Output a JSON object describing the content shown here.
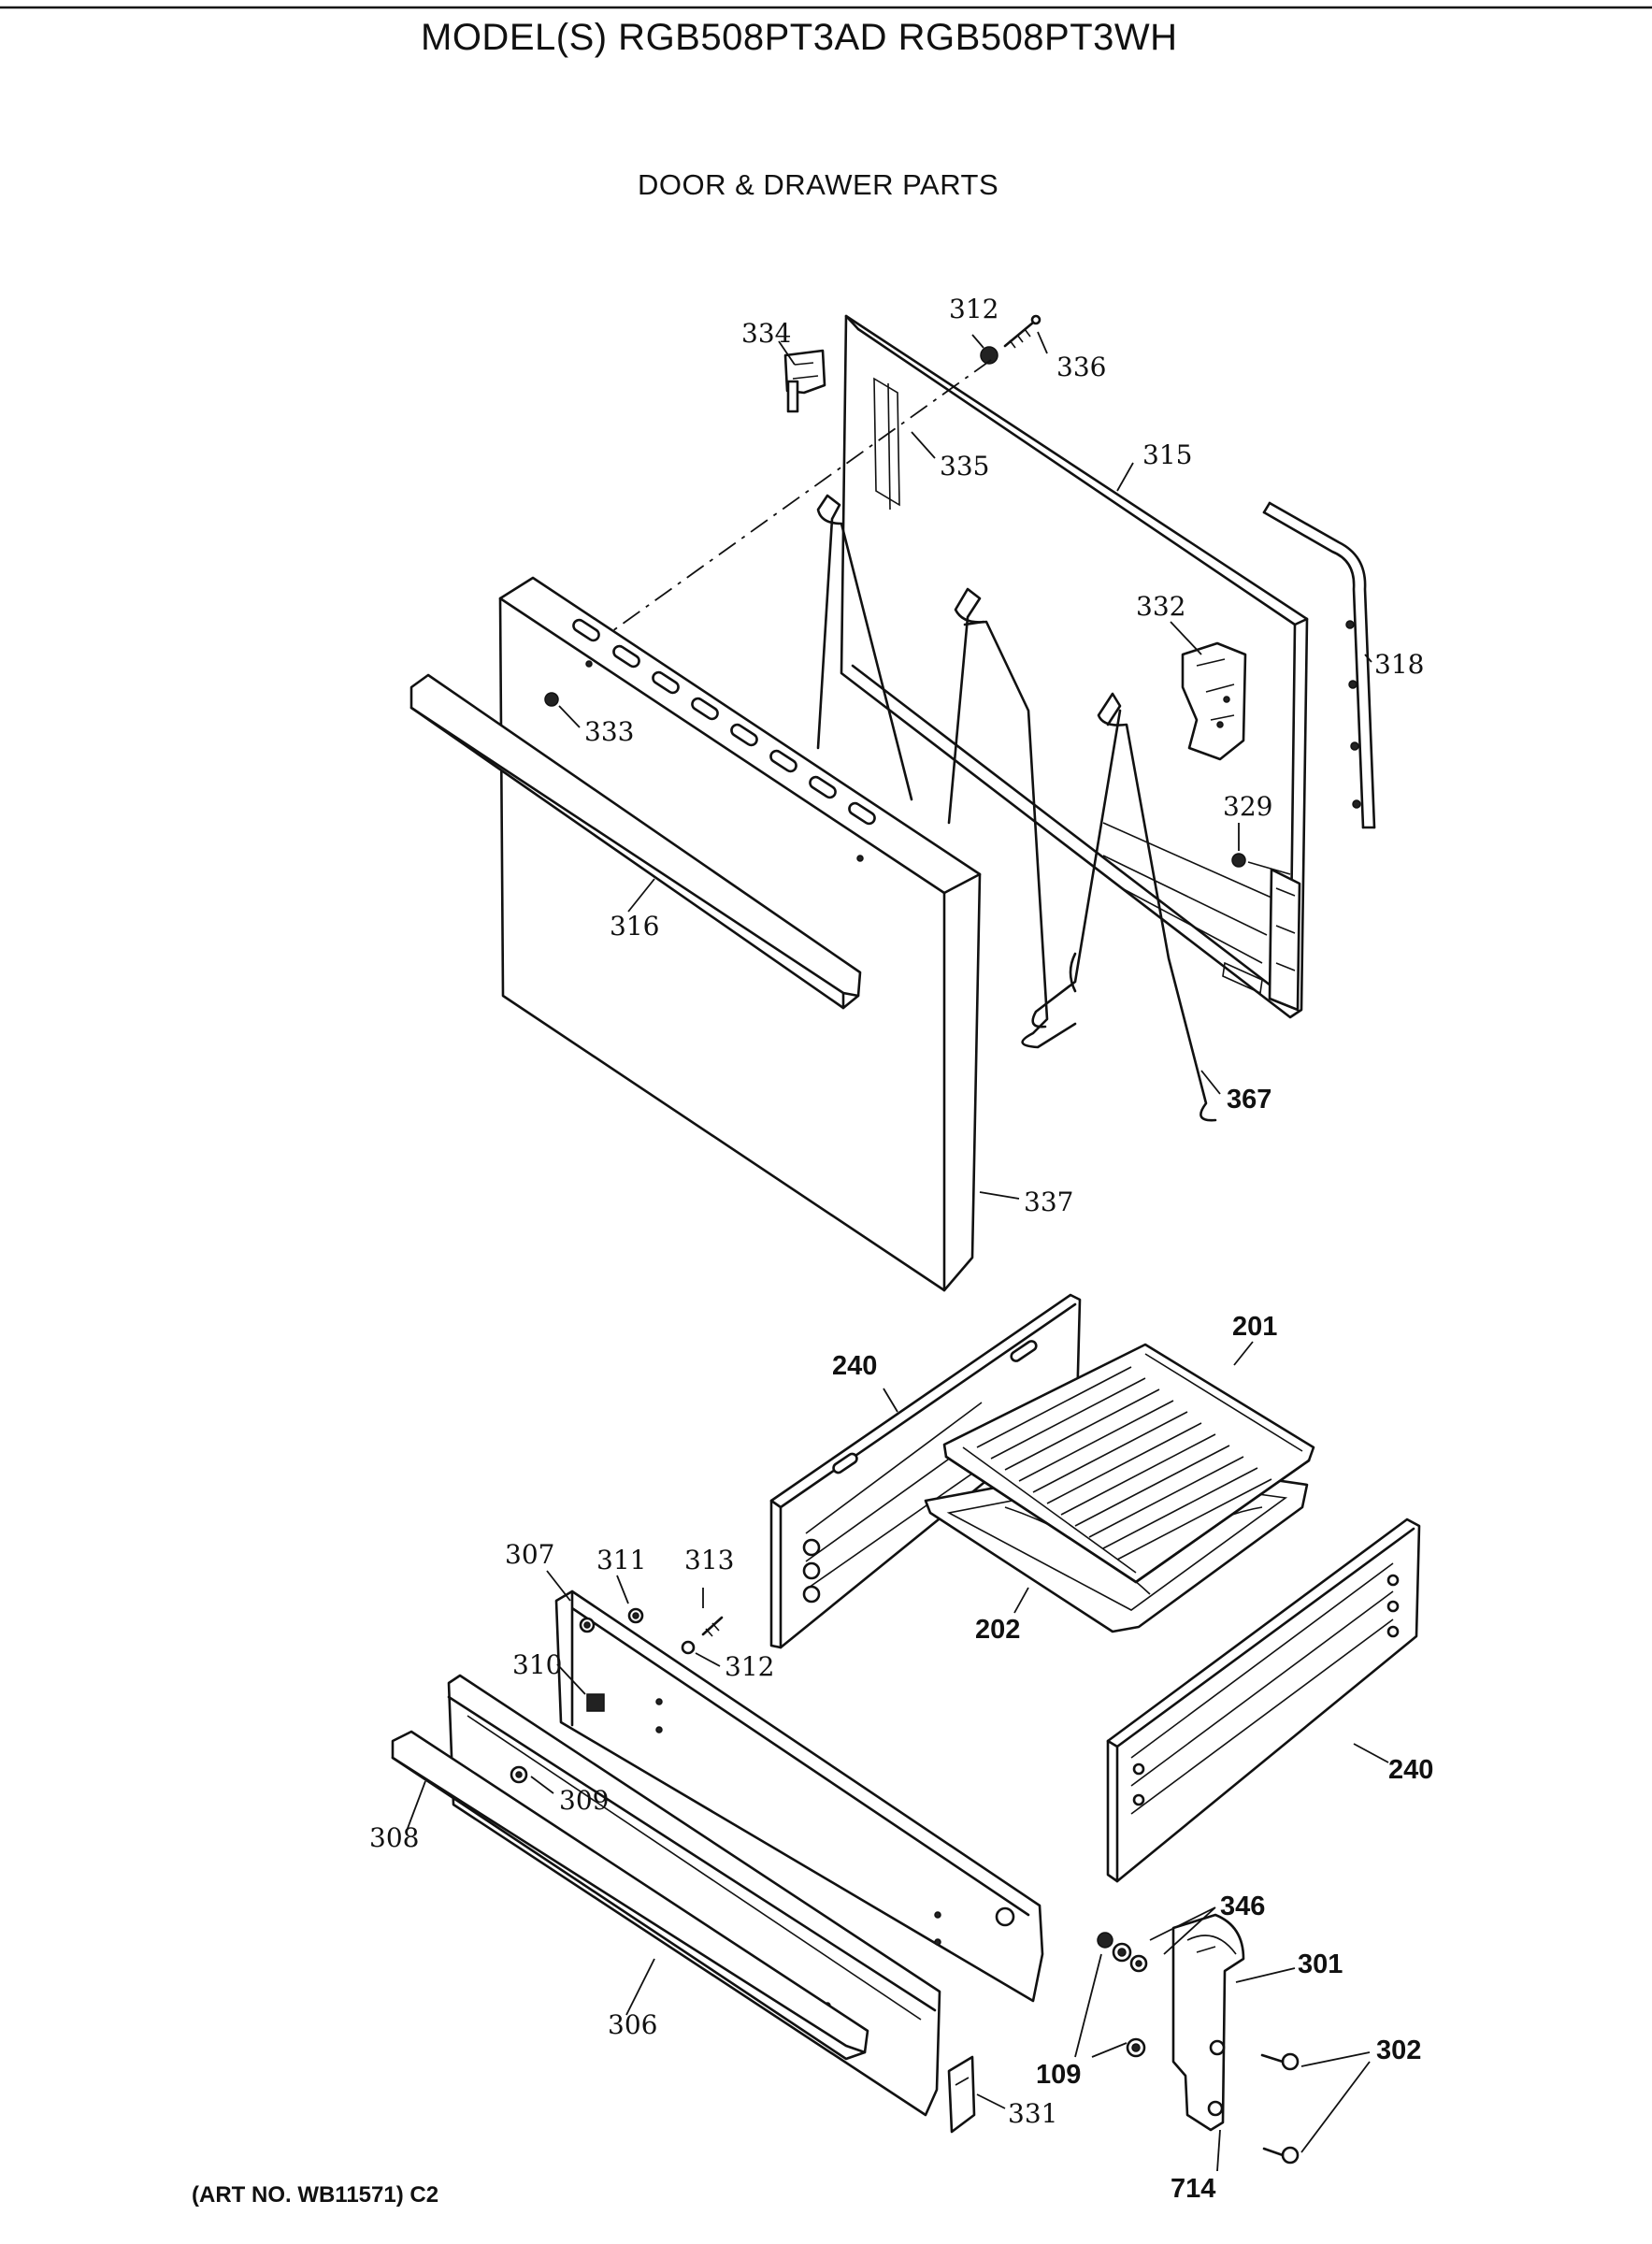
{
  "header": {
    "model_title": "MODEL(S) RGB508PT3AD  RGB508PT3WH",
    "section_title": "DOOR & DRAWER PARTS"
  },
  "footer": {
    "art_number": "(ART NO. WB11571) C2"
  },
  "parts": {
    "p334": "334",
    "p312a": "312",
    "p336": "336",
    "p335": "335",
    "p315": "315",
    "p318": "318",
    "p332": "332",
    "p333": "333",
    "p329": "329",
    "p316": "316",
    "p367": "367",
    "p337": "337",
    "p240a": "240",
    "p201": "201",
    "p202": "202",
    "p307": "307",
    "p311": "311",
    "p313": "313",
    "p312b": "312",
    "p310": "310",
    "p309": "309",
    "p308": "308",
    "p240b": "240",
    "p346": "346",
    "p301": "301",
    "p306": "306",
    "p109": "109",
    "p302": "302",
    "p331": "331",
    "p714": "714"
  }
}
